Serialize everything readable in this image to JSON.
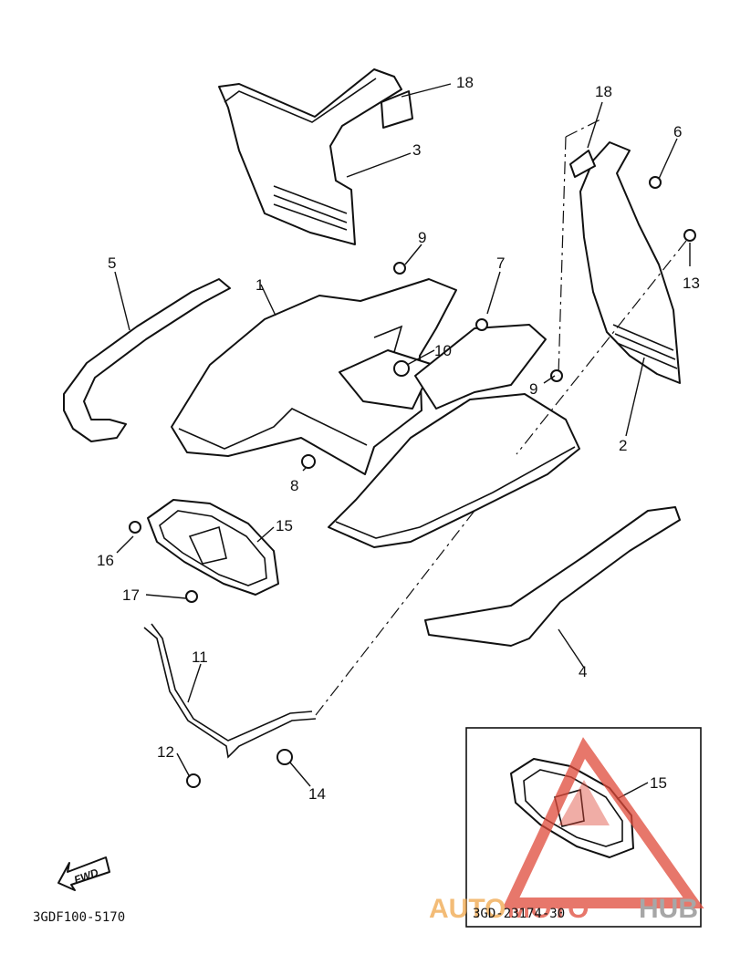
{
  "diagram": {
    "part_code": "3GDF100-5170",
    "inset_code": "3GD-23174-30",
    "fwd_label": "FWD",
    "callouts": {
      "c1": "1",
      "c2": "2",
      "c3": "3",
      "c4": "4",
      "c5": "5",
      "c6": "6",
      "c7": "7",
      "c8": "8",
      "c9a": "9",
      "c9b": "9",
      "c10": "10",
      "c11": "11",
      "c12": "12",
      "c13": "13",
      "c14": "14",
      "c15": "15",
      "c15inset": "15",
      "c16": "16",
      "c17": "17",
      "c18a": "18",
      "c18b": "18"
    }
  },
  "watermark": {
    "part1": "AUTO",
    "part2": "MOTO",
    "part3": "HUB",
    "color_orange": "#f0a64a",
    "color_red": "#e04a3a",
    "color_grey": "#8a8a8a"
  }
}
